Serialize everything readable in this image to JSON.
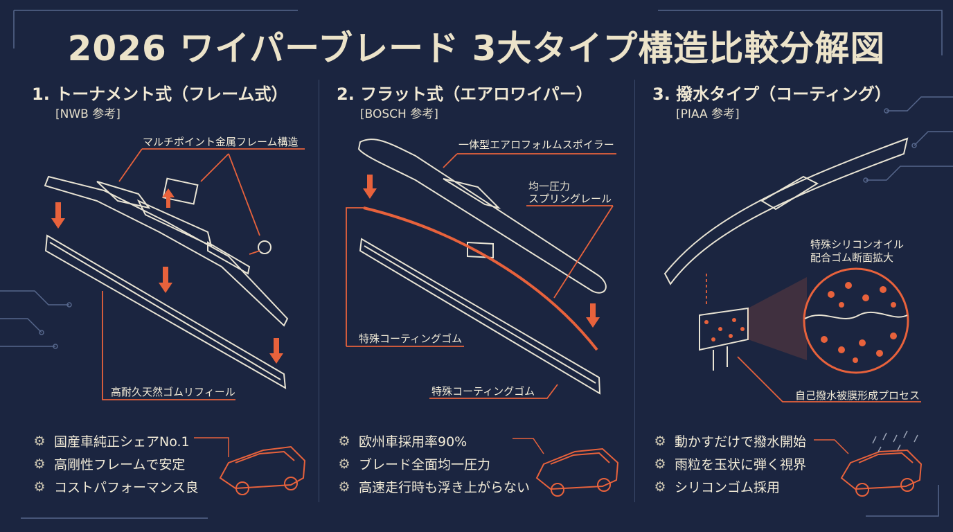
{
  "title": "2026 ワイパーブレード 3大タイプ構造比較分解図",
  "colors": {
    "background": "#1b2540",
    "accent": "#e8623c",
    "line": "#e9e4d4"
  },
  "columns": [
    {
      "heading": "1. トーナメント式（フレーム式）",
      "reference": "[NWB 参考]",
      "callouts": [
        "マルチポイント金属フレーム構造",
        "高耐久天然ゴムリフィール"
      ],
      "features": [
        "国産車純正シェアNo.1",
        "高剛性フレームで安定",
        "コストパフォーマンス良"
      ],
      "icon": "gear-icon"
    },
    {
      "heading": "2. フラット式（エアロワイパー）",
      "reference": "[BOSCH 参考]",
      "callouts": [
        "一体型エアロフォルムスポイラー",
        "均一圧力",
        "スプリングレール",
        "特殊コーティングゴム",
        "特殊コーティングゴム"
      ],
      "features": [
        "欧州車採用率90%",
        "ブレード全面均一圧力",
        "高速走行時も浮き上がらない"
      ],
      "icon": "gear-icon"
    },
    {
      "heading": "3. 撥水タイプ（コーティング）",
      "reference": "[PIAA 参考]",
      "callouts": [
        "特殊シリコンオイル",
        "配合ゴム断面拡大",
        "自己撥水被膜形成プロセス"
      ],
      "features": [
        "動かすだけで撥水開始",
        "雨粒を玉状に弾く視界",
        "シリコンゴム採用"
      ],
      "icon": "gear-icon"
    }
  ]
}
